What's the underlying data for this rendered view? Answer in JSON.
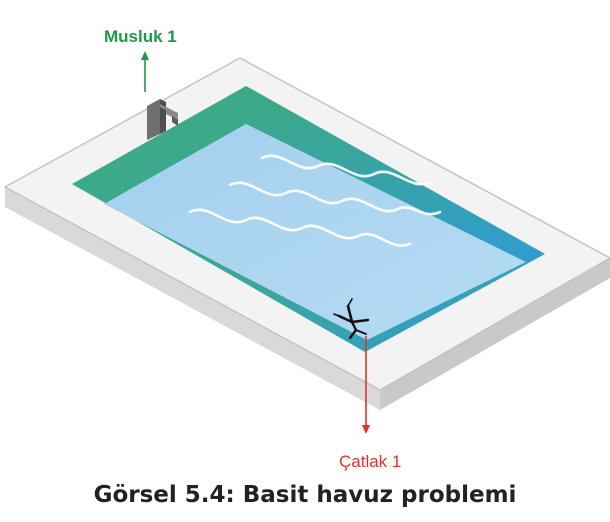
{
  "labels": {
    "tap": "Musluk 1",
    "crack": "Çatlak 1"
  },
  "caption": "Görsel 5.4: Basit havuz problemi",
  "colors": {
    "tap_label": "#1a9a4a",
    "crack_label": "#e0332a",
    "deck_top": "#f3f3f3",
    "deck_side": "#d9d9d9",
    "deck_edge": "#c4c4c4",
    "water": "#a9d3ef",
    "inner_wall_green": "#3dab7e",
    "inner_wall_blue": "#2f9bd6",
    "arrow_tap": "#1a9a4a",
    "arrow_crack": "#e0332a",
    "faucet": "#6f6f6f",
    "crack_mark": "#111111"
  },
  "icons": {
    "tap": "faucet-icon",
    "crack": "crack-icon"
  }
}
